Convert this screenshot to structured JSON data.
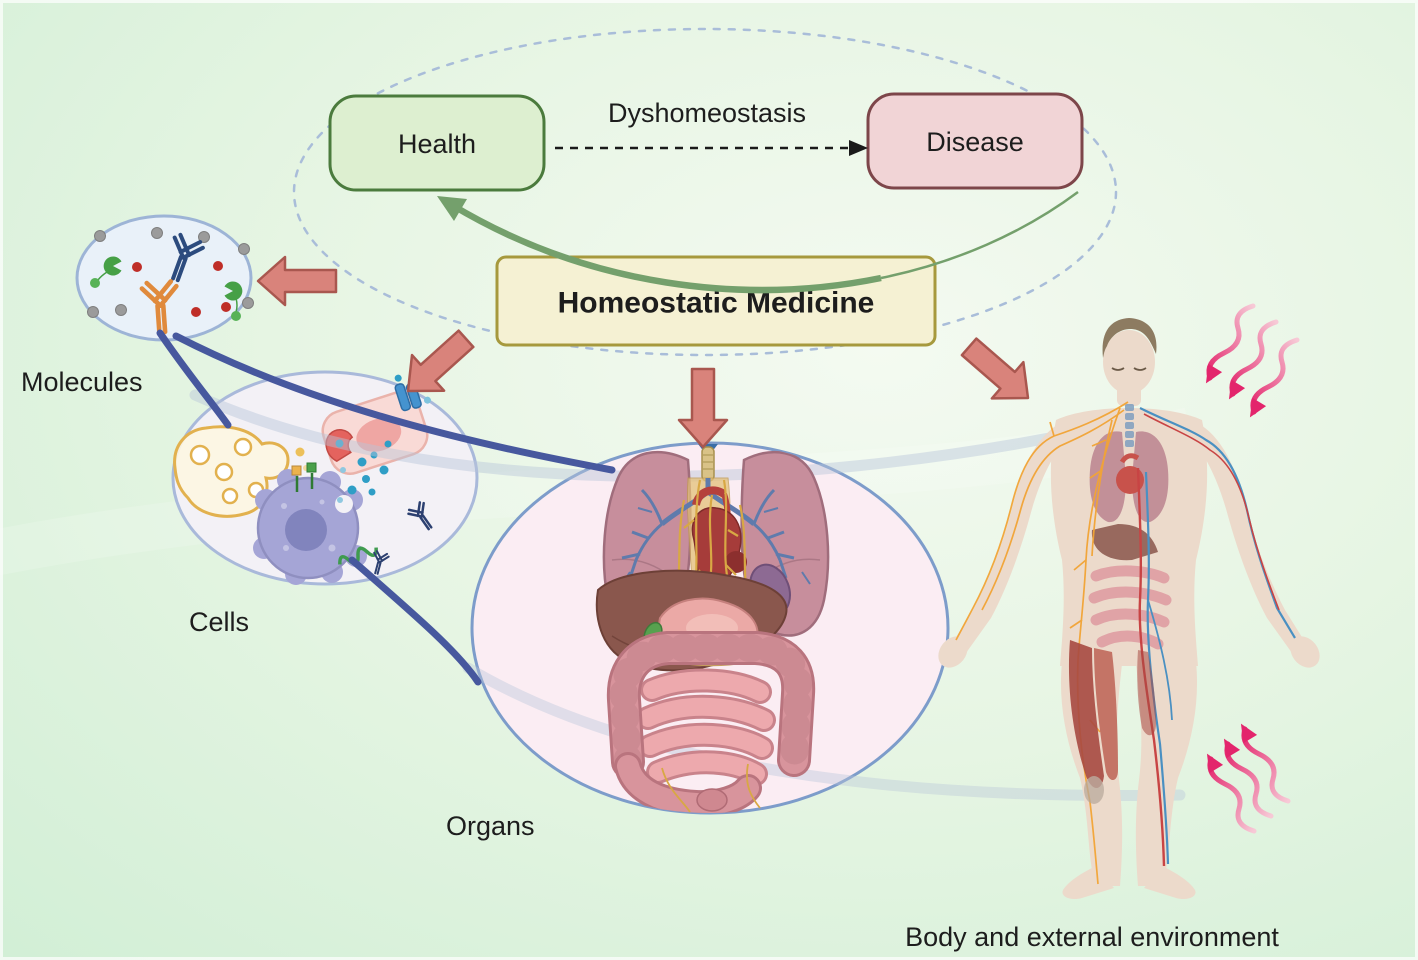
{
  "figure": {
    "cycle": {
      "health": "Health",
      "disease": "Disease",
      "transition": "Dyshomeostasis",
      "intervention": "Homeostatic Medicine"
    },
    "scales": {
      "molecules": "Molecules",
      "cells": "Cells",
      "organs": "Organs",
      "body": "Body and external environment"
    },
    "colors": {
      "health_fill": "#ddefd0",
      "health_border": "#4b7b3d",
      "disease_fill": "#f1d4d6",
      "disease_border": "#7d464a",
      "medicine_fill": "#f5f1d3",
      "medicine_border": "#a6993d",
      "cycle_dashed_ellipse": "#a9bdd9",
      "recovery_arrow_green": "#74a06c",
      "scale_arrow_salmon": "#d9837b",
      "connector_navy": "#47589e",
      "radiation_pink": "#e3256c",
      "background_green": "#d9efdc"
    }
  }
}
